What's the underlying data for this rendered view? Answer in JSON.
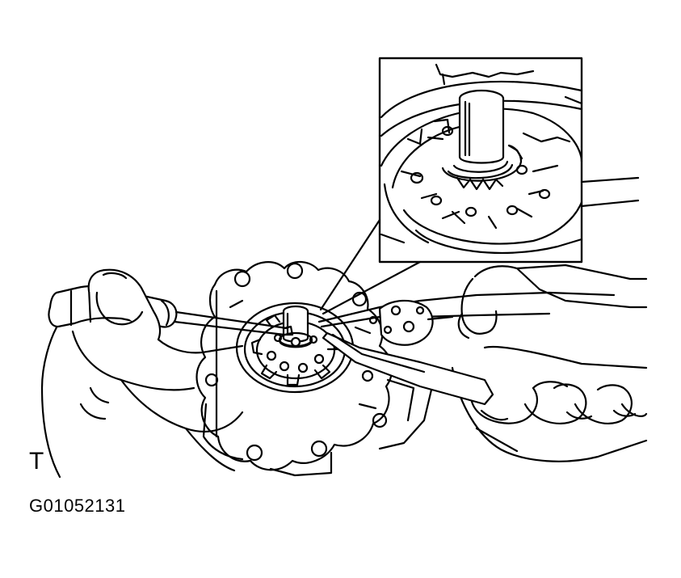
{
  "illustration": {
    "corner_label": "T",
    "figure_id": "G01052131",
    "ink_color": "#000000",
    "paper_color": "#ffffff"
  },
  "icons": {
    "main_scene": "pump-retainer-removal-illustration",
    "detail_inset": "magnified-shaft-snap-ring-icon",
    "tool_left": "screwdriver-icon",
    "tool_right": "snap-ring-pliers-icon"
  }
}
